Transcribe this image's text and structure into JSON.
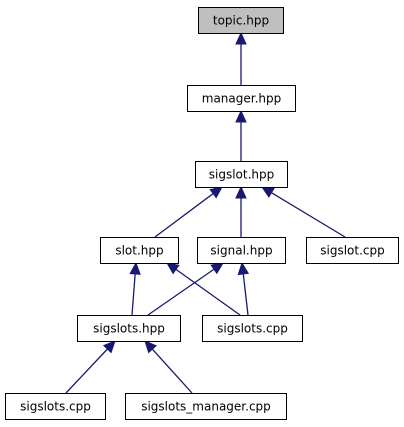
{
  "graph": {
    "nodes": [
      {
        "id": "topic_hpp",
        "label": "topic.hpp",
        "highlight": true
      },
      {
        "id": "manager_hpp",
        "label": "manager.hpp",
        "highlight": false
      },
      {
        "id": "sigslot_hpp",
        "label": "sigslot.hpp",
        "highlight": false
      },
      {
        "id": "slot_hpp",
        "label": "slot.hpp",
        "highlight": false
      },
      {
        "id": "signal_hpp",
        "label": "signal.hpp",
        "highlight": false
      },
      {
        "id": "sigslot_cpp",
        "label": "sigslot.cpp",
        "highlight": false
      },
      {
        "id": "sigslots_hpp",
        "label": "sigslots.hpp",
        "highlight": false
      },
      {
        "id": "sigslots_cpp",
        "label": "sigslots.cpp",
        "highlight": false
      },
      {
        "id": "sigslots_cpp_2",
        "label": "sigslots.cpp",
        "highlight": false
      },
      {
        "id": "sigslots_manager_cpp",
        "label": "sigslots_manager.cpp",
        "highlight": false
      }
    ],
    "edges": [
      {
        "from": "manager_hpp",
        "to": "topic_hpp"
      },
      {
        "from": "sigslot_hpp",
        "to": "manager_hpp"
      },
      {
        "from": "slot_hpp",
        "to": "sigslot_hpp"
      },
      {
        "from": "signal_hpp",
        "to": "sigslot_hpp"
      },
      {
        "from": "sigslot_cpp",
        "to": "sigslot_hpp"
      },
      {
        "from": "sigslots_hpp",
        "to": "slot_hpp"
      },
      {
        "from": "sigslots_cpp",
        "to": "slot_hpp"
      },
      {
        "from": "sigslots_hpp",
        "to": "signal_hpp"
      },
      {
        "from": "sigslots_cpp",
        "to": "signal_hpp"
      },
      {
        "from": "sigslots_cpp_2",
        "to": "sigslots_hpp"
      },
      {
        "from": "sigslots_manager_cpp",
        "to": "sigslots_hpp"
      }
    ]
  }
}
